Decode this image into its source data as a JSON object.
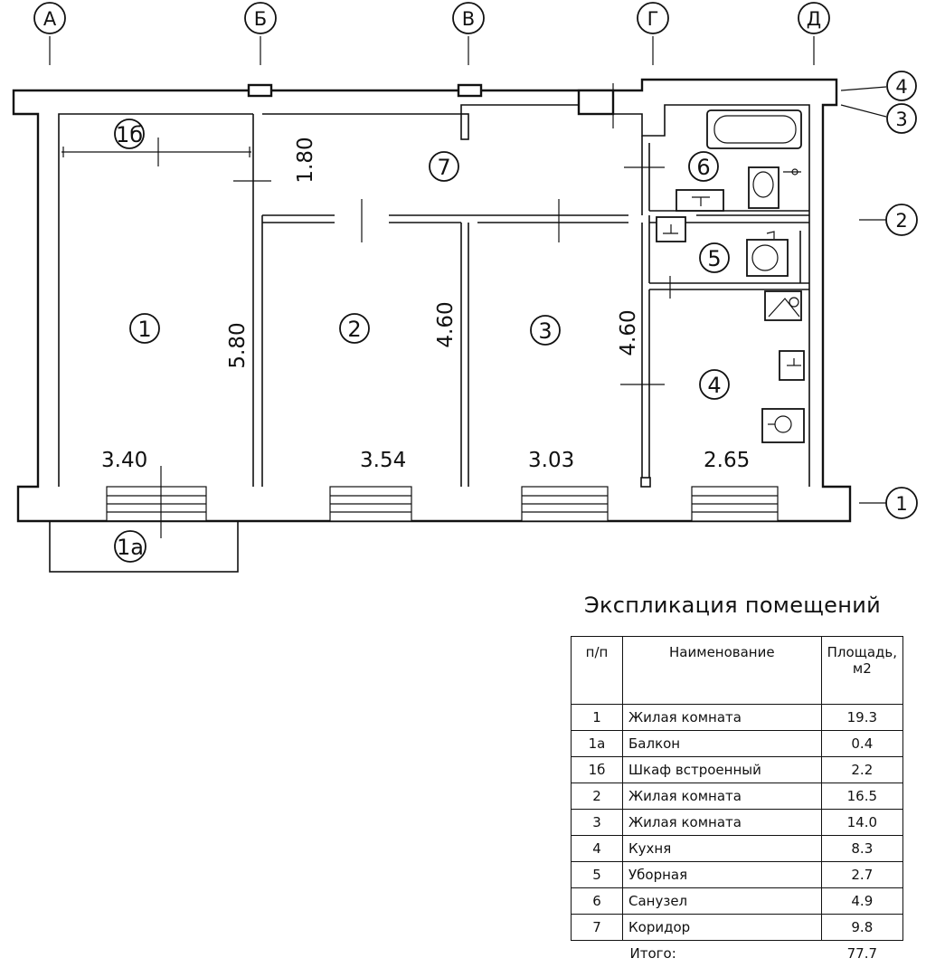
{
  "axes_letters": [
    "А",
    "Б",
    "В",
    "Г",
    "Д"
  ],
  "axes_numbers": [
    "4",
    "3",
    "2",
    "1"
  ],
  "rooms": [
    "1",
    "1а",
    "1б",
    "2",
    "3",
    "4",
    "5",
    "6",
    "7"
  ],
  "dimensions": {
    "room1_width": "3.40",
    "room1_depth": "5.80",
    "room2_width": "3.54",
    "room2_depth": "4.60",
    "room3_width": "3.03",
    "room3_depth": "4.60",
    "room4_width": "2.65",
    "corridor_depth": "1.80"
  },
  "explication": {
    "title": "Экспликация помещений",
    "headers": {
      "num": "п/п",
      "name": "Наименование",
      "area": "Площадь, м2"
    },
    "rows": [
      {
        "num": "1",
        "name": "Жилая комната",
        "area": "19.3"
      },
      {
        "num": "1а",
        "name": "Балкон",
        "area": "0.4"
      },
      {
        "num": "1б",
        "name": "Шкаф встроенный",
        "area": "2.2"
      },
      {
        "num": "2",
        "name": "Жилая комната",
        "area": "16.5"
      },
      {
        "num": "3",
        "name": "Жилая комната",
        "area": "14.0"
      },
      {
        "num": "4",
        "name": "Кухня",
        "area": "8.3"
      },
      {
        "num": "5",
        "name": "Уборная",
        "area": "2.7"
      },
      {
        "num": "6",
        "name": "Санузел",
        "area": "4.9"
      },
      {
        "num": "7",
        "name": "Коридор",
        "area": "9.8"
      }
    ],
    "total": {
      "label": "Итого:",
      "area": "77.7"
    }
  }
}
